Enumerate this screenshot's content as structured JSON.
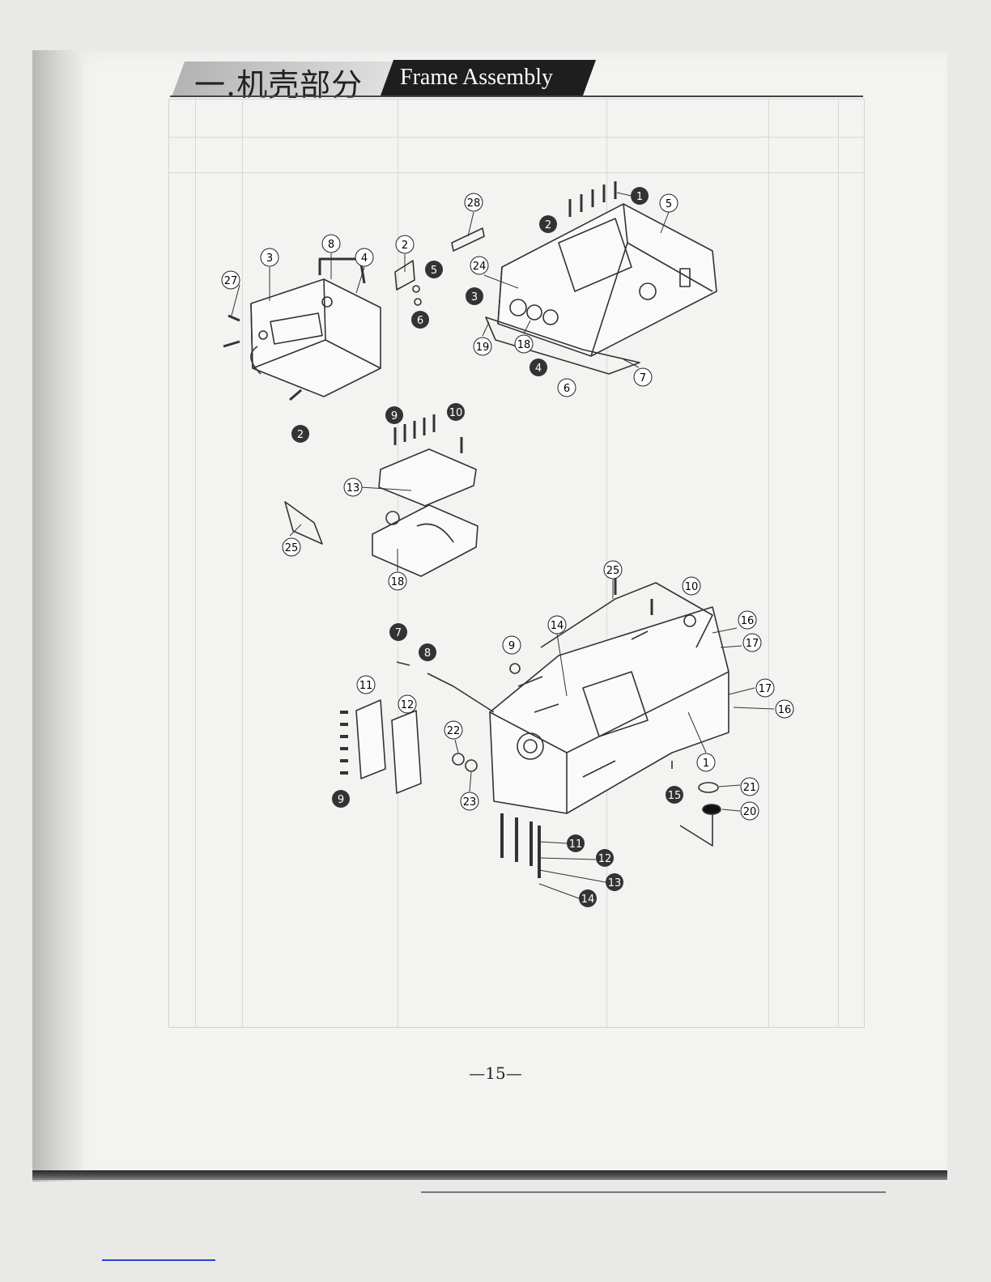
{
  "header": {
    "title_cn": "一.机壳部分",
    "title_en": "Frame Assembly"
  },
  "callouts_outline": [
    "1",
    "2",
    "3",
    "4",
    "5",
    "6",
    "7",
    "8",
    "9",
    "10",
    "11",
    "12",
    "13",
    "14",
    "16",
    "17",
    "18",
    "19",
    "20",
    "21",
    "22",
    "23",
    "24",
    "25",
    "27",
    "28"
  ],
  "callouts_filled": [
    "1",
    "2",
    "3",
    "4",
    "5",
    "6",
    "7",
    "8",
    "9",
    "10",
    "11",
    "12",
    "13",
    "14",
    "15"
  ],
  "page_number": "—15—"
}
